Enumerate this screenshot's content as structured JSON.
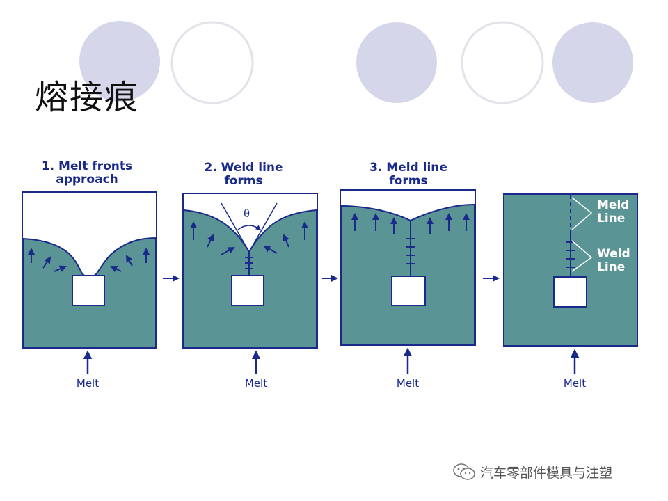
{
  "slide": {
    "title": "熔接痕",
    "watermark": "汽车零部件模具与注塑",
    "watermark_icon": "wechat-icon"
  },
  "steps": [
    {
      "caption_line1": "1. Melt fronts",
      "caption_line2": "approach",
      "melt_label": "Melt"
    },
    {
      "caption_line1": "2. Weld line",
      "caption_line2": "forms",
      "melt_label": "Melt",
      "angle_label": "θ"
    },
    {
      "caption_line1": "3. Meld line",
      "caption_line2": "forms",
      "melt_label": "Melt"
    },
    {
      "caption_line1": "",
      "caption_line2": "",
      "melt_label": "Melt",
      "meld_label_1": "Meld",
      "meld_label_2": "Line",
      "weld_label_1": "Weld",
      "weld_label_2": "Line"
    }
  ],
  "colors": {
    "melt_fill": "#5a9494",
    "outline": "#1a2a8a",
    "circle_filled": "#d6d6ea",
    "circle_ring": "#e0e0ea"
  }
}
